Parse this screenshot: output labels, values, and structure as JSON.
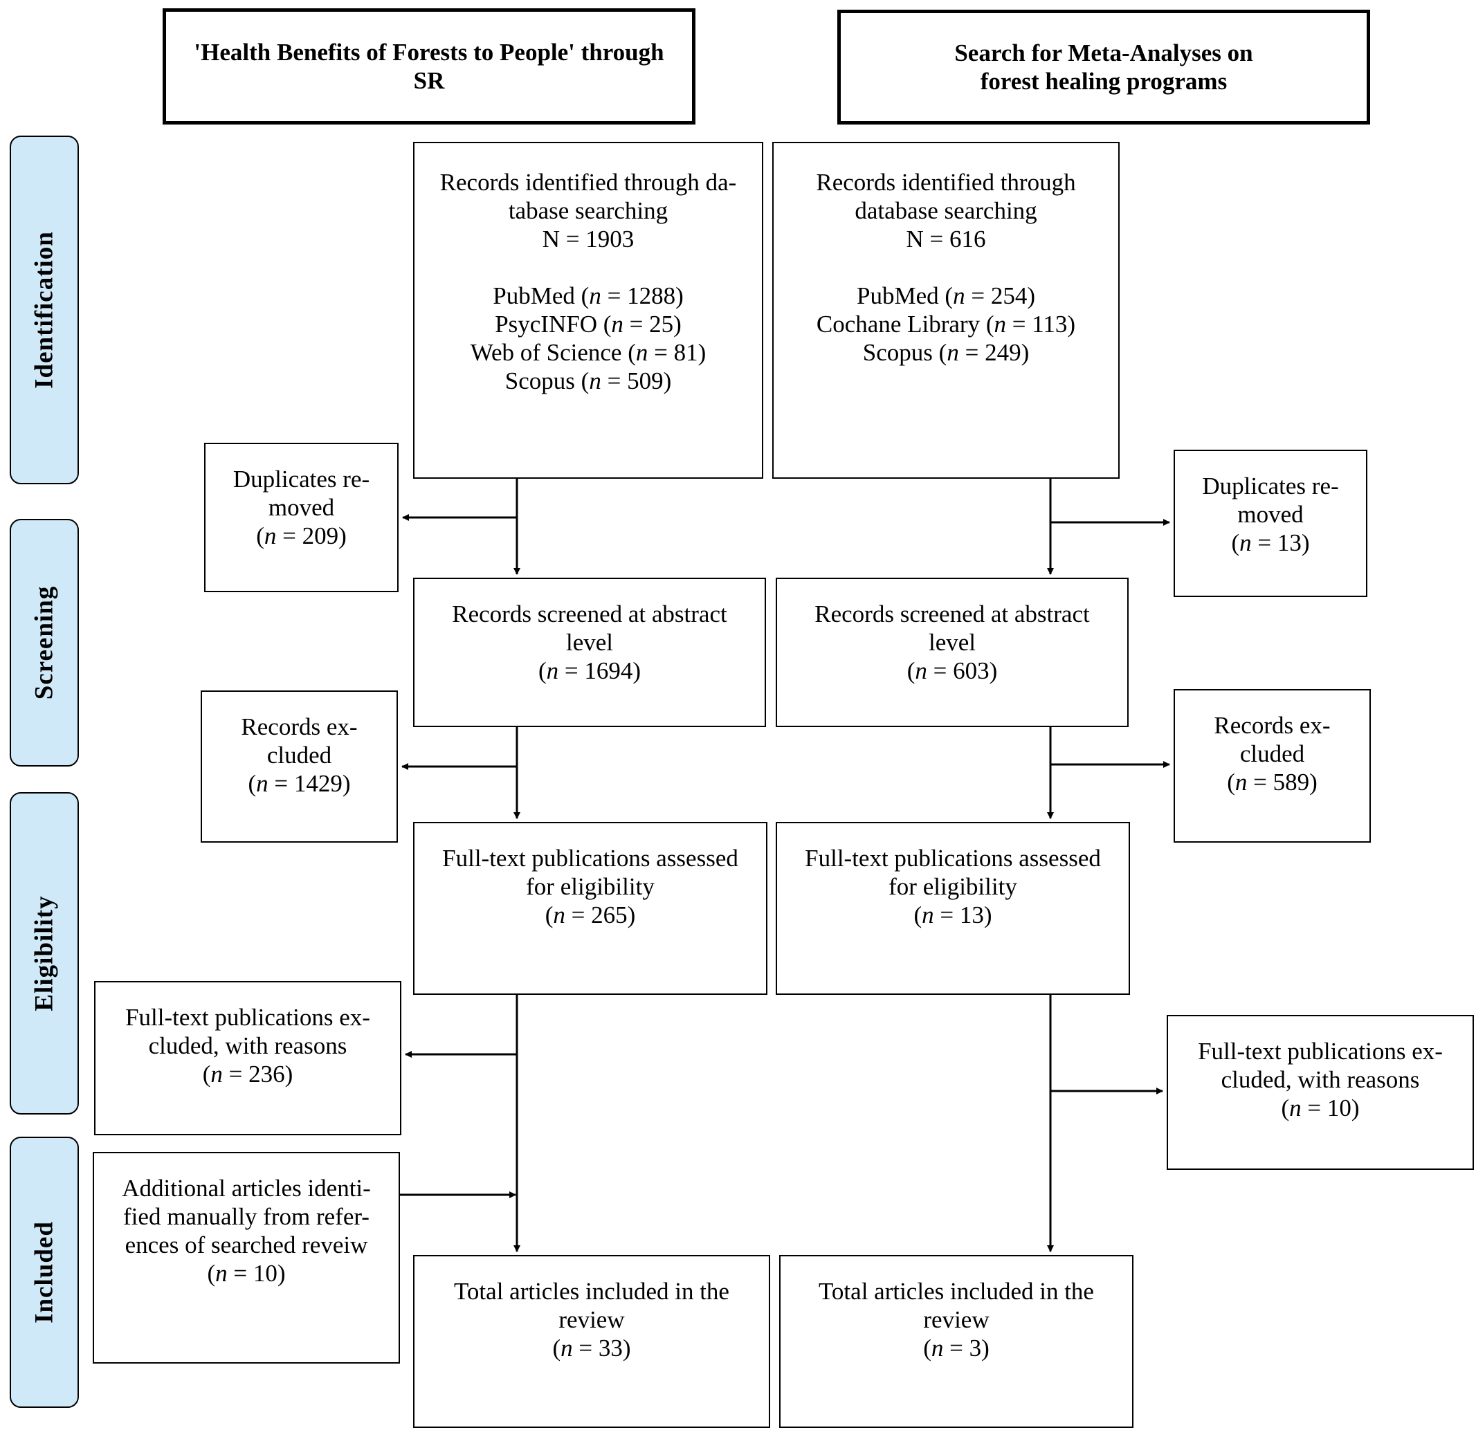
{
  "headers": {
    "left": [
      "'Health Benefits of Forests to People' through",
      "SR"
    ],
    "right": [
      "Search for Meta-Analyses on",
      "forest healing programs"
    ]
  },
  "stages": [
    "Identification",
    "Screening",
    "Eligibility",
    "Included"
  ],
  "left": {
    "identified": {
      "lines": [
        "Records identified through da-",
        "tabase searching",
        "N = 1903"
      ],
      "sources": [
        {
          "name": "PubMed",
          "count": "1288"
        },
        {
          "name": "PsycINFO",
          "count": "25"
        },
        {
          "name": "Web of Science",
          "count": "81"
        },
        {
          "name": "Scopus",
          "count": "509"
        }
      ]
    },
    "duplicates": {
      "lines": [
        "Duplicates re-",
        "moved"
      ],
      "count": "209"
    },
    "screened": {
      "lines": [
        "Records screened at abstract",
        "level"
      ],
      "count": "1694"
    },
    "excluded": {
      "lines": [
        "Records ex-",
        "cluded"
      ],
      "count": "1429"
    },
    "fulltext": {
      "lines": [
        "Full-text publications assessed",
        "for eligibility"
      ],
      "count": "265"
    },
    "fulltext_excluded": {
      "lines": [
        "Full-text publications ex-",
        "cluded, with reasons"
      ],
      "count": "236"
    },
    "additional": {
      "lines": [
        "Additional articles identi-",
        "fied manually from refer-",
        "ences of searched reveiw"
      ],
      "count": "10"
    },
    "total": {
      "lines": [
        "Total articles included in the",
        "review"
      ],
      "count": "33"
    }
  },
  "right": {
    "identified": {
      "lines": [
        "Records identified through",
        "database searching",
        "N = 616"
      ],
      "sources": [
        {
          "name": "PubMed",
          "count": "254"
        },
        {
          "name": "Cochane Library",
          "count": "113"
        },
        {
          "name": "Scopus",
          "count": "249"
        }
      ]
    },
    "duplicates": {
      "lines": [
        "Duplicates re-",
        "moved"
      ],
      "count": "13"
    },
    "screened": {
      "lines": [
        "Records screened at abstract",
        "level"
      ],
      "count": "603"
    },
    "excluded": {
      "lines": [
        "Records ex-",
        "cluded"
      ],
      "count": "589"
    },
    "fulltext": {
      "lines": [
        "Full-text publications assessed",
        "for eligibility"
      ],
      "count": "13"
    },
    "fulltext_excluded": {
      "lines": [
        "Full-text publications ex-",
        "cluded, with reasons"
      ],
      "count": "10"
    },
    "total": {
      "lines": [
        "Total articles included in the",
        "review"
      ],
      "count": "3"
    }
  }
}
